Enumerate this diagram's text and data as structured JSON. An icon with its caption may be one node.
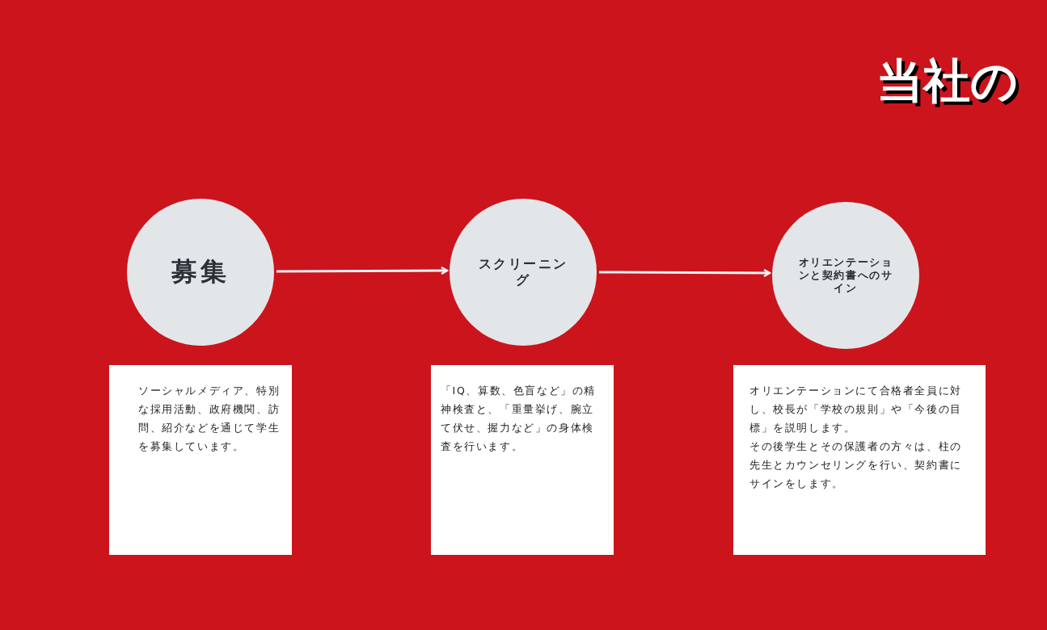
{
  "diagram": {
    "title": "当社の",
    "nodes": [
      {
        "text": [
          "募集"
        ]
      },
      {
        "text": [
          "スクリーニング"
        ]
      },
      {
        "text": [
          "オリエンテーションと契約書へのサイン"
        ]
      },
      {
        "text": [
          "ソーシャルメディア、特別な採用活動、政府機関、訪問、紹介などを通じて学生を募集しています。"
        ]
      },
      {
        "text": [
          "「IQ、算数、色盲など」の精神検査と、「重量挙げ、腕立て伏せ、握力など」の身体検査を行います。"
        ]
      },
      {
        "text": [
          "オリエンテーションにて合格者全員に対し、校長が「学校の規則」や「今後の目標」を説明します。",
          "その後学生とその保護者の方々は、柱の先生とカウンセリングを行い、契約書にサインをします。"
        ]
      }
    ],
    "edges": [
      {
        "from": 0,
        "to": 1,
        "arrow": "to"
      },
      {
        "from": 1,
        "to": 2,
        "arrow": "to"
      }
    ]
  }
}
